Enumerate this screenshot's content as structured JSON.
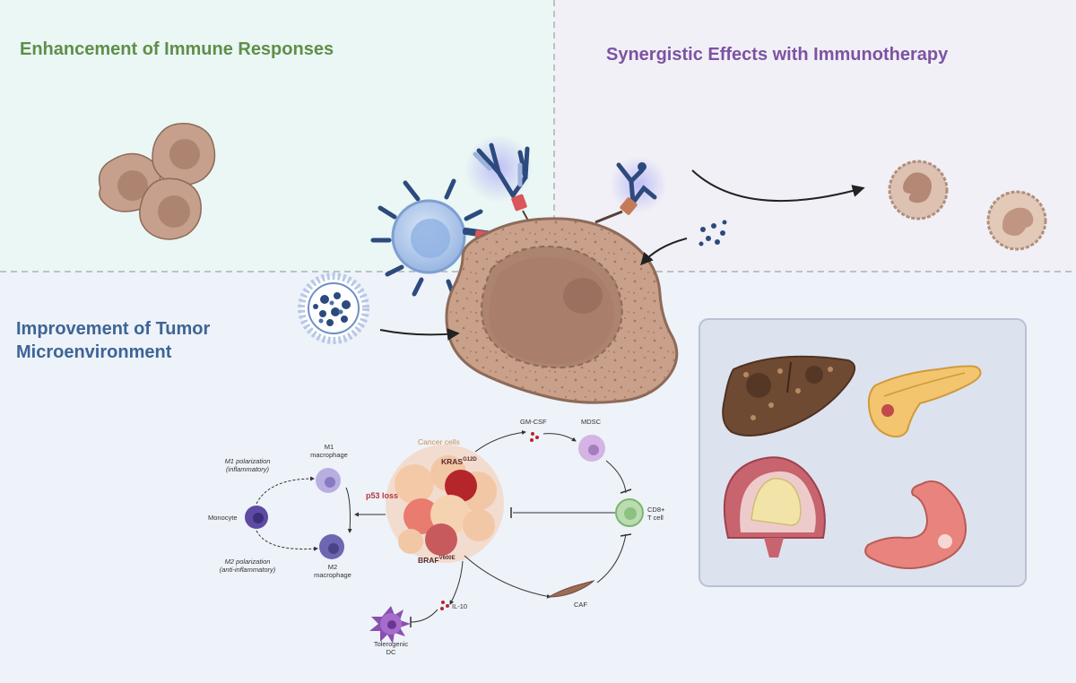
{
  "panels": {
    "immune": {
      "title": "Enhancement of Immune Responses",
      "color": "#5f8e4a"
    },
    "immunotherapy": {
      "title": "Synergistic Effects with Immunotherapy",
      "color": "#7d52a3"
    },
    "microenvironment": {
      "title_line1": "Improvement of Tumor",
      "title_line2": "Microenvironment",
      "color": "#3d6596"
    }
  },
  "pathway": {
    "cancer_cells": "Cancer cells",
    "kras": "KRAS",
    "kras_sup": "G12D",
    "braf": "BRAF",
    "braf_sup": "V600E",
    "p53": "p53 loss",
    "gm_csf": "GM-CSF",
    "mdsc": "MDSC",
    "cd8_line1": "CD8+",
    "cd8_line2": "T cell",
    "caf": "CAF",
    "il10": "IL-10",
    "dc_line1": "Tolerogenic",
    "dc_line2": "DC",
    "monocyte": "Monocyte",
    "m1_line1": "M1",
    "m1_line2": "macrophage",
    "m2_line1": "M2",
    "m2_line2": "macrophage",
    "m1_pol_line1": "M1 polarization",
    "m1_pol_line2": "(inflammatory)",
    "m2_pol_line1": "M2 polarization",
    "m2_pol_line2": "(anti-inflammatory)"
  },
  "icons": [
    "tumor-cell",
    "t-cell",
    "antibody",
    "nanoparticle",
    "liver",
    "pancreas",
    "bladder",
    "stomach",
    "neutrophil"
  ],
  "colors": {
    "panel_green_bg": "#eaf7f4",
    "panel_purple_bg": "#f1f0f6",
    "panel_blue_bg": "#eef2f9",
    "tumor_fill": "#c9a08a",
    "tumor_nucleus": "#ad8470",
    "tcell_fill": "#a9c4ea",
    "receptor": "#2c4a7d"
  }
}
